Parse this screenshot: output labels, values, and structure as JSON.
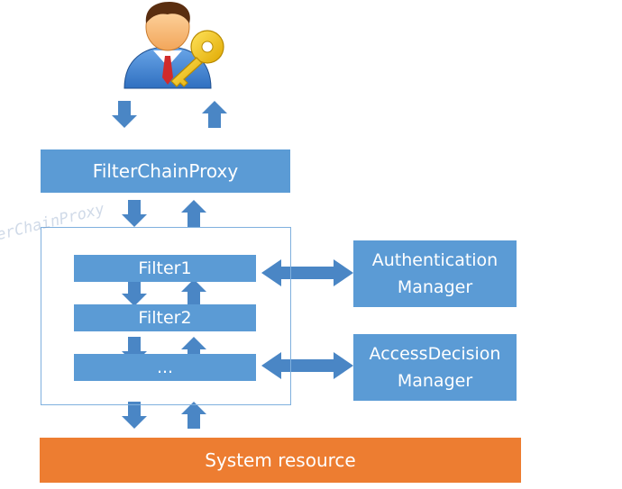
{
  "colors": {
    "box_blue": "#5b9bd5",
    "arrow_blue": "#4a86c5",
    "system_orange": "#ed7d31",
    "frame_border": "#7fb0de",
    "text_white": "#ffffff"
  },
  "top_icon": "user-with-key-icon",
  "diagram": {
    "filter_chain_proxy": "FilterChainProxy",
    "watermark": "erChainProxy",
    "filters": [
      "Filter1",
      "Filter2",
      "..."
    ],
    "authentication_manager": "Authentication\nManager",
    "access_decision_manager": "AccessDecision\nManager",
    "system_resource": "System resource"
  }
}
